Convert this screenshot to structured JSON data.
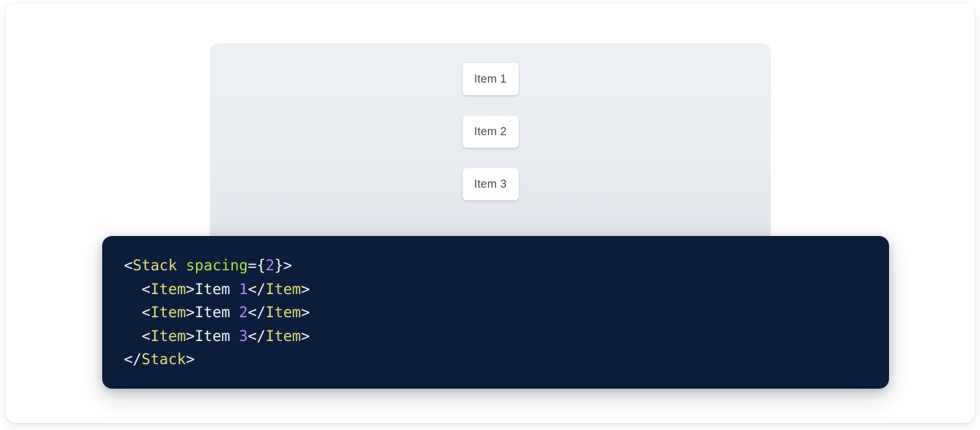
{
  "colors": {
    "page_background": "#ffffff",
    "card_background": "#ffffff",
    "panel_background": "#eceff3",
    "item_background": "#ffffff",
    "item_text": "#4a4a4a",
    "code_background": "#0b1d3a",
    "code_punctuation": "#f2f5fa",
    "code_tag": "#e3dc7e",
    "code_attribute": "#a9e34b",
    "code_number": "#b08cf5",
    "code_text": "#f2f5fa"
  },
  "preview": {
    "component_name": "Stack",
    "items": [
      {
        "label": "Item 1"
      },
      {
        "label": "Item 2"
      },
      {
        "label": "Item 3"
      }
    ]
  },
  "code": {
    "language": "jsx",
    "lines": [
      {
        "indent": "",
        "tokens": [
          {
            "text": "<",
            "type": "punc"
          },
          {
            "text": "Stack",
            "type": "tag"
          },
          {
            "text": " ",
            "type": "punc"
          },
          {
            "text": "spacing",
            "type": "attr"
          },
          {
            "text": "={",
            "type": "punc"
          },
          {
            "text": "2",
            "type": "num"
          },
          {
            "text": "}>",
            "type": "punc"
          }
        ]
      },
      {
        "indent": "  ",
        "tokens": [
          {
            "text": "<",
            "type": "punc"
          },
          {
            "text": "Item",
            "type": "tag"
          },
          {
            "text": ">",
            "type": "punc"
          },
          {
            "text": "Item ",
            "type": "text"
          },
          {
            "text": "1",
            "type": "num"
          },
          {
            "text": "</",
            "type": "punc"
          },
          {
            "text": "Item",
            "type": "tag"
          },
          {
            "text": ">",
            "type": "punc"
          }
        ]
      },
      {
        "indent": "  ",
        "tokens": [
          {
            "text": "<",
            "type": "punc"
          },
          {
            "text": "Item",
            "type": "tag"
          },
          {
            "text": ">",
            "type": "punc"
          },
          {
            "text": "Item ",
            "type": "text"
          },
          {
            "text": "2",
            "type": "num"
          },
          {
            "text": "</",
            "type": "punc"
          },
          {
            "text": "Item",
            "type": "tag"
          },
          {
            "text": ">",
            "type": "punc"
          }
        ]
      },
      {
        "indent": "  ",
        "tokens": [
          {
            "text": "<",
            "type": "punc"
          },
          {
            "text": "Item",
            "type": "tag"
          },
          {
            "text": ">",
            "type": "punc"
          },
          {
            "text": "Item ",
            "type": "text"
          },
          {
            "text": "3",
            "type": "num"
          },
          {
            "text": "</",
            "type": "punc"
          },
          {
            "text": "Item",
            "type": "tag"
          },
          {
            "text": ">",
            "type": "punc"
          }
        ]
      },
      {
        "indent": "",
        "tokens": [
          {
            "text": "</",
            "type": "punc"
          },
          {
            "text": "Stack",
            "type": "tag"
          },
          {
            "text": ">",
            "type": "punc"
          }
        ]
      }
    ]
  }
}
